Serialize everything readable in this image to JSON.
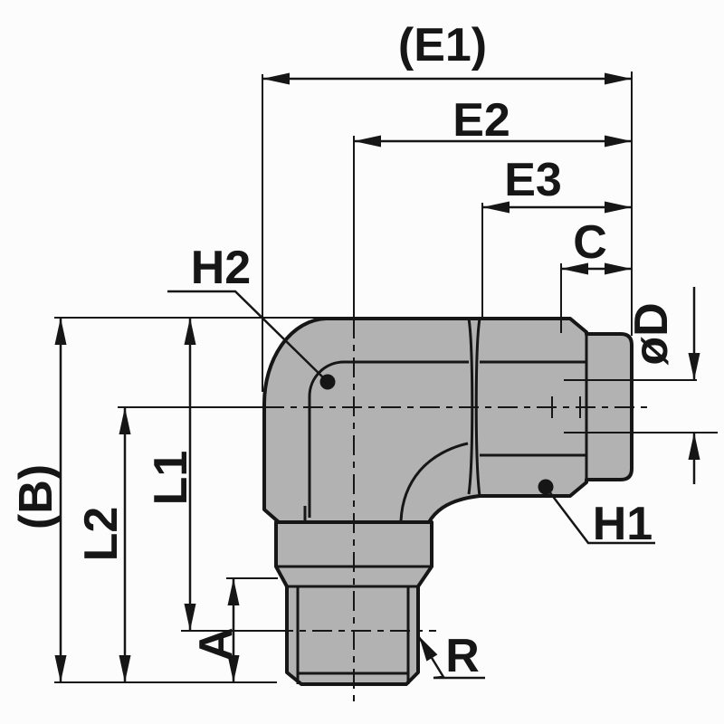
{
  "labels": {
    "e1": "(E1)",
    "e2": "E2",
    "e3": "E3",
    "c": "C",
    "diameter_d": "øD",
    "h2": "H2",
    "h1": "H1",
    "r": "R",
    "b": "(B)",
    "l2": "L2",
    "l1": "L1",
    "a": "A"
  },
  "colors": {
    "body_fill": "#b2b2b2",
    "line_color": "#161616",
    "background": "#fcfcfc"
  }
}
